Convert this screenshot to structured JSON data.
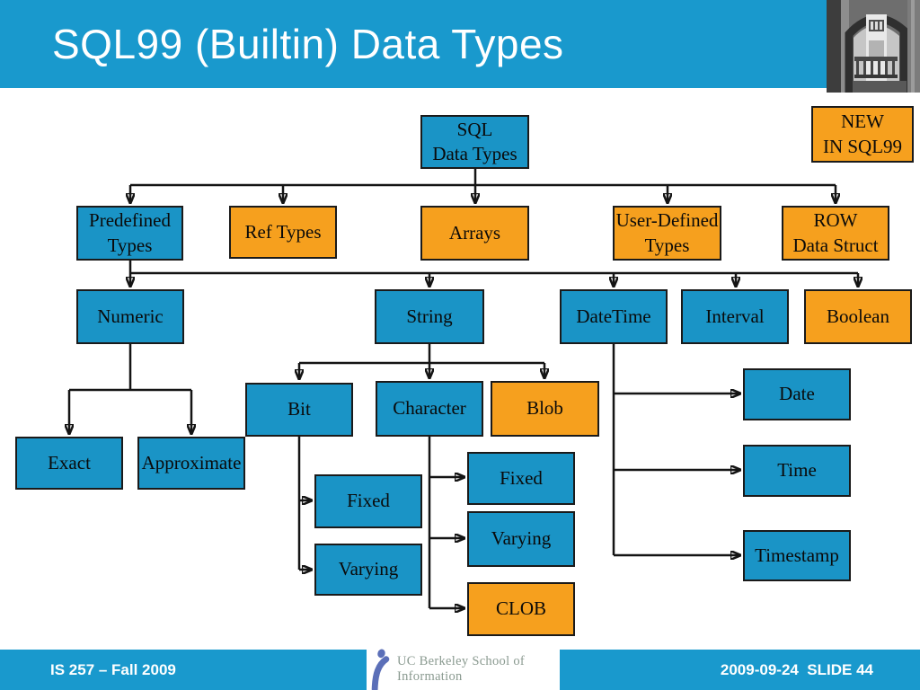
{
  "header": {
    "title": "SQL99 (Builtin) Data Types"
  },
  "badge": {
    "text": "NEW\nIN SQL99"
  },
  "colors": {
    "bar_blue": "#1999cd",
    "node_blue": "#1a94c6",
    "node_orange": "#f6a01e",
    "line_black": "#141414",
    "logo_text_gray": "#8a9a90",
    "logo_figure_blue": "#5b6fb8"
  },
  "diagram": {
    "nodes": {
      "sql": "SQL\nData Types",
      "predefined": "Predefined\nTypes",
      "ref_types": "Ref Types",
      "arrays": "Arrays",
      "user_defined": "User-Defined\nTypes",
      "row_struct": "ROW\nData Struct",
      "numeric": "Numeric",
      "string": "String",
      "datetime": "DateTime",
      "interval": "Interval",
      "boolean": "Boolean",
      "exact": "Exact",
      "approximate": "Approximate",
      "bit": "Bit",
      "character": "Character",
      "blob": "Blob",
      "bit_fixed": "Fixed",
      "bit_varying": "Varying",
      "char_fixed": "Fixed",
      "char_varying": "Varying",
      "clob": "CLOB",
      "date": "Date",
      "time": "Time",
      "timestamp": "Timestamp"
    },
    "tree": {
      "label": "SQL Data Types",
      "children": [
        {
          "label": "Predefined Types",
          "children": [
            {
              "label": "Numeric",
              "children": [
                {
                  "label": "Exact"
                },
                {
                  "label": "Approximate"
                }
              ]
            },
            {
              "label": "String",
              "children": [
                {
                  "label": "Bit",
                  "children": [
                    {
                      "label": "Fixed"
                    },
                    {
                      "label": "Varying"
                    }
                  ]
                },
                {
                  "label": "Character",
                  "children": [
                    {
                      "label": "Fixed"
                    },
                    {
                      "label": "Varying"
                    },
                    {
                      "label": "CLOB"
                    }
                  ]
                },
                {
                  "label": "Blob"
                }
              ]
            },
            {
              "label": "DateTime",
              "children": [
                {
                  "label": "Date"
                },
                {
                  "label": "Time"
                },
                {
                  "label": "Timestamp"
                }
              ]
            },
            {
              "label": "Interval"
            },
            {
              "label": "Boolean"
            }
          ]
        },
        {
          "label": "Ref Types"
        },
        {
          "label": "Arrays"
        },
        {
          "label": "User-Defined Types"
        },
        {
          "label": "ROW Data Struct"
        }
      ]
    },
    "orange_highlight_meaning": "NEW IN SQL99",
    "orange_nodes": [
      "Ref Types",
      "Arrays",
      "User-Defined Types",
      "ROW Data Struct",
      "Boolean",
      "Blob",
      "CLOB"
    ]
  },
  "footer": {
    "course": "IS 257 – Fall 2009",
    "logo_text": "UC Berkeley School of Information",
    "date_slide": "2009-09-24  SLIDE 44"
  }
}
